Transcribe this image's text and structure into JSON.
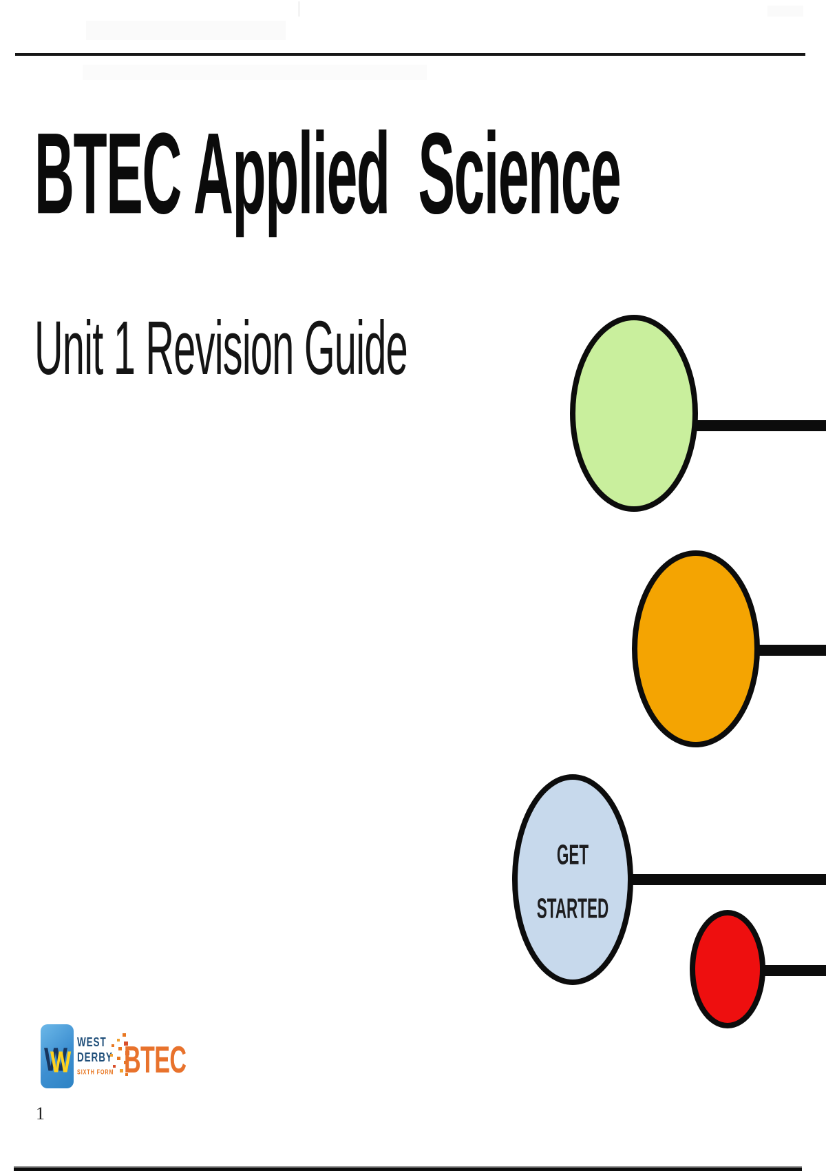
{
  "page": {
    "number": "1",
    "background": "#ffffff"
  },
  "slide": {
    "title": "BTEC Applied  Science",
    "subtitle": "Unit 1 Revision Guide"
  },
  "diagram": {
    "stroke_color": "#0c0c0c",
    "nodes": [
      {
        "id": "topic-green",
        "fill": "#c9ef9d"
      },
      {
        "id": "topic-orange",
        "fill": "#f4a402"
      },
      {
        "id": "node-get-started",
        "fill": "#c7d9ec",
        "label_line1": "GET",
        "label_line2": "STARTED",
        "text_color": "#1d1d1f"
      },
      {
        "id": "topic-red",
        "fill": "#ee0f0f"
      }
    ]
  },
  "footer": {
    "west_derby_logo": {
      "line1": "WEST",
      "line2": "DERBY",
      "line3": "SIXTH FORM",
      "navy_color": "#1f4e79",
      "orange_color": "#e87722",
      "badge_yellow": "#ffd21e",
      "badge_navy": "#17365f"
    },
    "btec_logo": {
      "text": "BTEC",
      "color": "#e8722c"
    }
  }
}
